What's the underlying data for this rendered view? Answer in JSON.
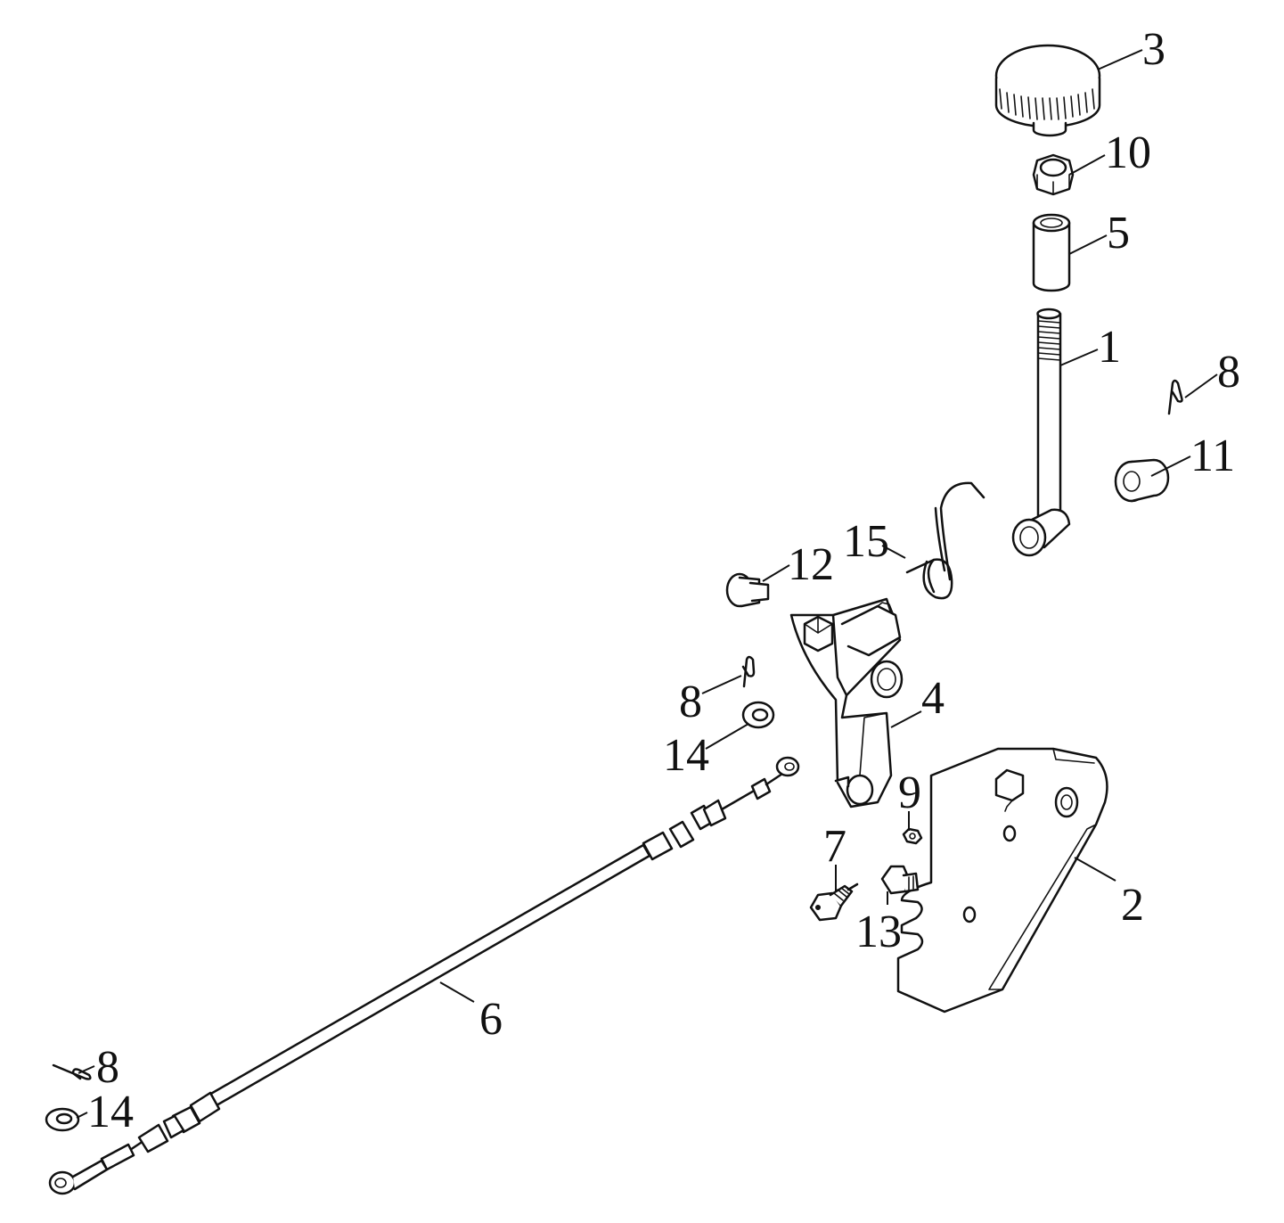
{
  "diagram": {
    "labels": {
      "1": "1",
      "2": "2",
      "3": "3",
      "4": "4",
      "5": "5",
      "6": "6",
      "7": "7",
      "8a": "8",
      "8b": "8",
      "8c": "8",
      "9": "9",
      "10": "10",
      "11": "11",
      "12": "12",
      "13": "13",
      "14a": "14",
      "14b": "14",
      "15": "15"
    }
  }
}
